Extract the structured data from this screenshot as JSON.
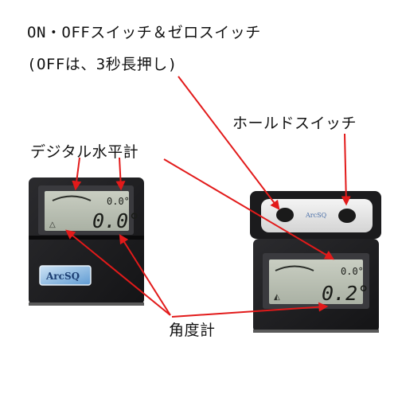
{
  "annotations": {
    "onoff_line1": "ON・OFFスイッチ＆ゼロスイッチ",
    "onoff_line2": "(OFFは、3秒長押し)",
    "hold_switch": "ホールドスイッチ",
    "digital_level": "デジタル水平計",
    "angle_meter": "角度計"
  },
  "device_left": {
    "brand": "ArcSQ",
    "lcd_small": "0.0°",
    "lcd_large": "0.0°"
  },
  "device_right": {
    "brand": "ArcSQ",
    "lcd_small": "0.0°",
    "lcd_large": "0.2°"
  },
  "colors": {
    "arrow": "#e21a1a",
    "device_body": "#1b1b1d",
    "lcd": "#b9bfb2",
    "badge": "#7fb3e0"
  }
}
